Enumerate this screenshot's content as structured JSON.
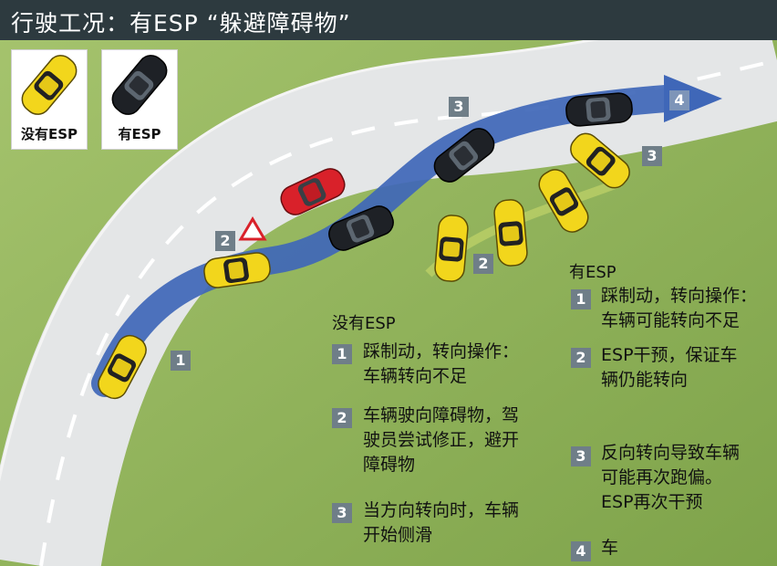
{
  "title": "行驶工况：有ESP “躲避障碍物”",
  "legend": {
    "no_esp": "没有ESP",
    "with_esp": "有ESP"
  },
  "markers": {
    "m1": "1",
    "m2": "2",
    "m3": "3",
    "m4": "4",
    "y2": "2",
    "y3": "3"
  },
  "no_esp": {
    "heading": "没有ESP",
    "steps": [
      {
        "num": "1",
        "lines": [
          "踩制动，转向操作：",
          "车辆转向不足"
        ]
      },
      {
        "num": "2",
        "lines": [
          "车辆驶向障碍物，驾",
          "驶员尝试修正，避开",
          "障碍物"
        ]
      },
      {
        "num": "3",
        "lines": [
          "当方向转向时，车辆",
          "开始侧滑"
        ]
      }
    ]
  },
  "with_esp": {
    "heading": "有ESP",
    "steps": [
      {
        "num": "1",
        "lines": [
          "踩制动，转向操作：",
          "车辆可能转向不足"
        ]
      },
      {
        "num": "2",
        "lines": [
          "ESP干预，保证车",
          "辆仍能转向"
        ]
      },
      {
        "num": "3",
        "lines": [
          "反向转向导致车辆",
          "可能再次跑偏。",
          "ESP再次干预"
        ]
      },
      {
        "num": "4",
        "lines": [
          "车"
        ]
      }
    ]
  },
  "colors": {
    "background": "#8fb25a",
    "road": "#e4e6e7",
    "path": "#3f67b8",
    "car_yellow": "#f2d61c",
    "car_black": "#1e2126",
    "car_red": "#d9212a",
    "badge": "#6f7e88"
  }
}
